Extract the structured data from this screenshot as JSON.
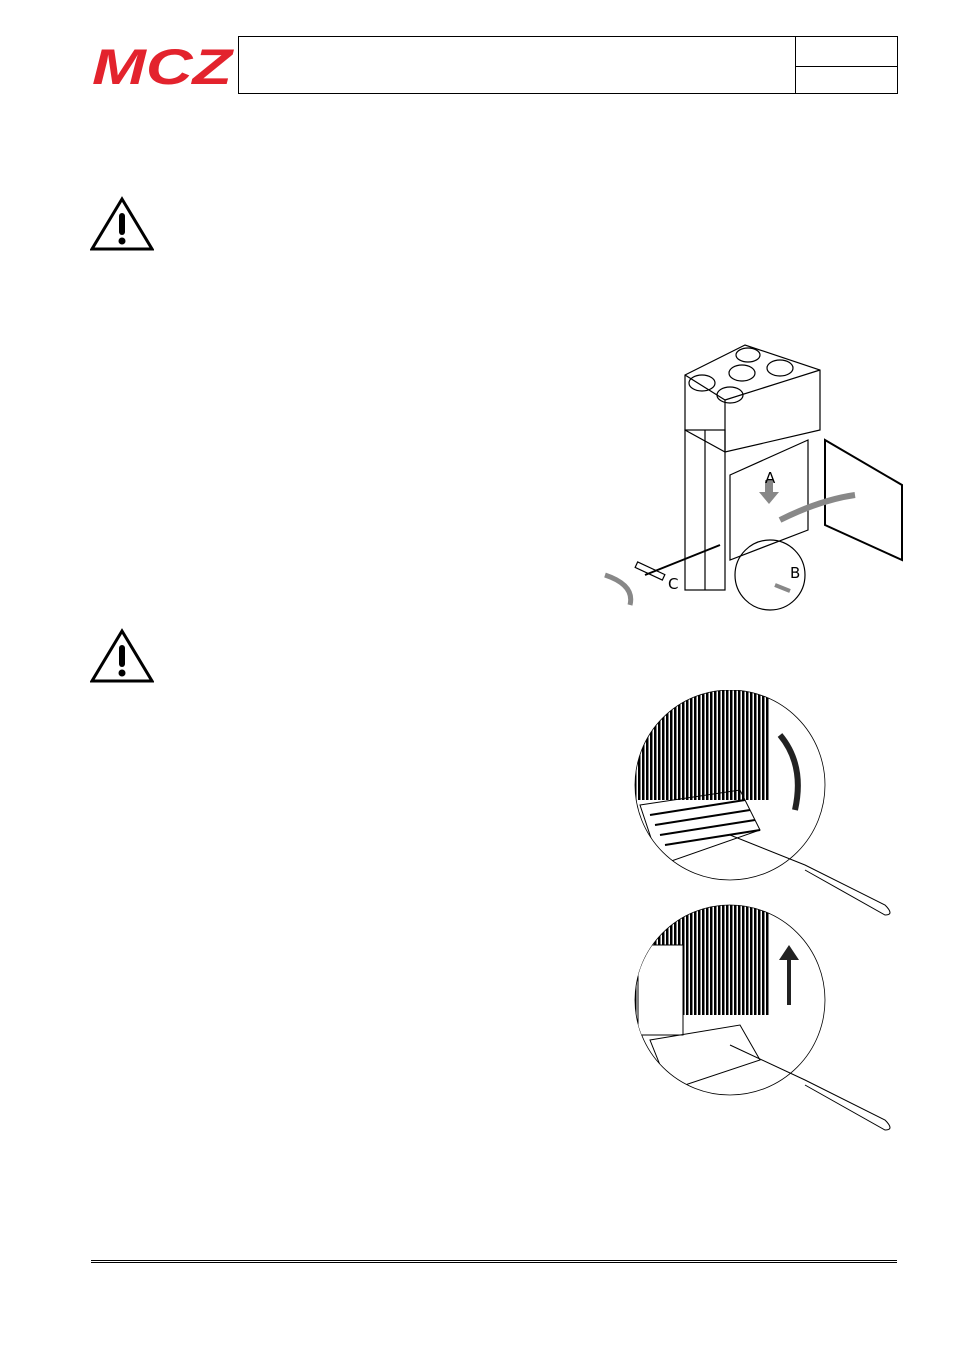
{
  "header": {
    "logo_text": "MCZ",
    "brand_color": "#e3232d"
  },
  "figure1": {
    "labels": {
      "a": "A",
      "b": "B",
      "c": "C"
    }
  },
  "icons": [
    "warning-icon",
    "warning-icon"
  ]
}
